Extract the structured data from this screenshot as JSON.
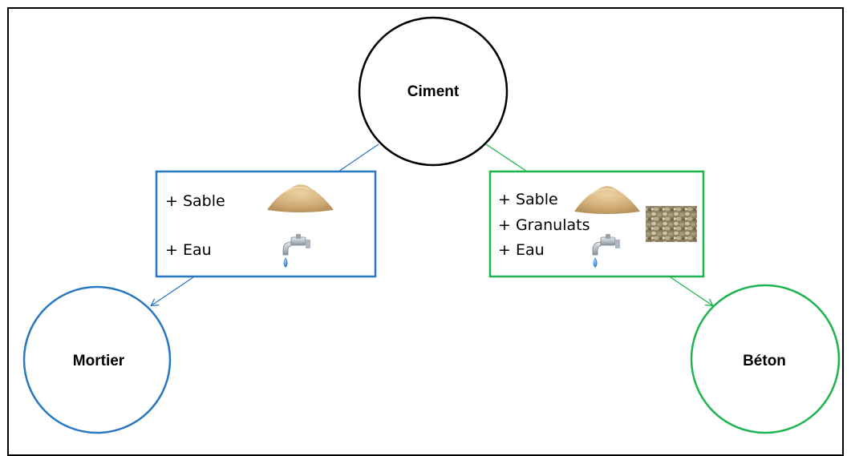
{
  "nodes": {
    "ciment": "Ciment",
    "mortier": "Mortier",
    "beton": "Béton"
  },
  "mortier_box": {
    "items": [
      "+ Sable",
      "+ Eau"
    ]
  },
  "beton_box": {
    "items": [
      "+ Sable",
      "+ Granulats",
      "+ Eau"
    ]
  },
  "colors": {
    "mortier": "#2777c1",
    "beton": "#1fb44f",
    "ciment": "#000000"
  },
  "icons": {
    "sand": "sand-pile-icon",
    "water": "water-tap-icon",
    "aggregates": "gravel-icon"
  }
}
